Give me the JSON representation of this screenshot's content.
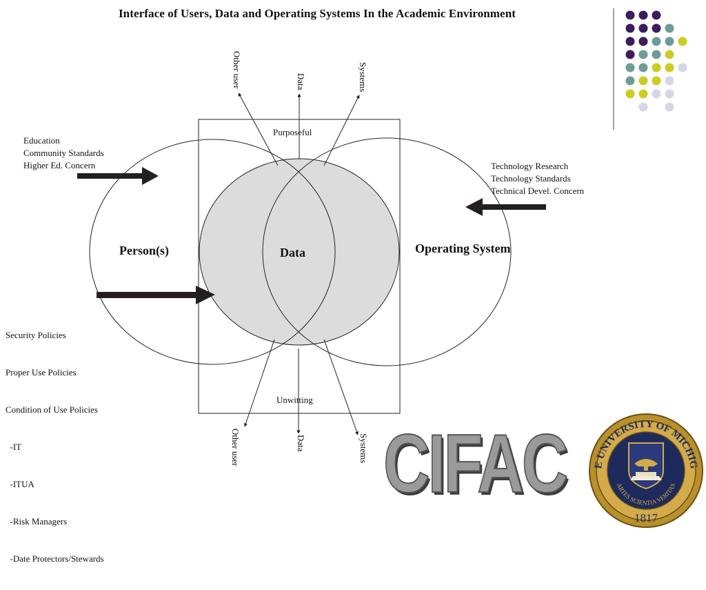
{
  "title": "Interface of Users, Data and Operating Systems In the Academic Environment",
  "left_top_list": [
    "Education",
    "Community Standards",
    "Higher Ed. Concern"
  ],
  "right_top_list": [
    "Technology Research",
    "Technology Standards",
    "Technical Devel. Concern"
  ],
  "left_bottom_list": [
    "Security Policies",
    "Proper Use Policies",
    "Condition of Use Policies",
    "  -IT",
    "  -ITUA",
    "  -Risk Managers",
    "  -Date Protectors/Stewards"
  ],
  "person_label": "Person(s)",
  "data_label": "Data",
  "os_label": "Operating System",
  "purposeful": "Purposeful",
  "unwitting": "Unwitting",
  "top_arrows": {
    "other_user": "Other user",
    "data": "Data",
    "systems": "Systems"
  },
  "bottom_arrows": {
    "other_user": "Other user",
    "data": "Data",
    "systems": "Systems"
  },
  "logo_text": "CIFAC",
  "seal": {
    "top": "THE UNIVERSITY OF MICHIGAN",
    "motto": "ARTES SCIENTIA VERITAS",
    "year": "1817"
  },
  "colors": {
    "purple": "#3d1c5e",
    "teal": "#6e9c9a",
    "yellow": "#cccc22",
    "lavender": "#d6d6e6",
    "data_fill": "#dcdcdd",
    "arrow": "#231f20",
    "seal_blue": "#1f2a5c",
    "seal_gold": "#b8902c"
  },
  "dot_grid": [
    [
      "purple",
      "purple",
      "purple",
      ""
    ],
    [
      "purple",
      "purple",
      "purple",
      "teal"
    ],
    [
      "purple",
      "purple",
      "teal",
      "teal",
      "yellow"
    ],
    [
      "purple",
      "teal",
      "teal",
      "yellow"
    ],
    [
      "teal",
      "teal",
      "yellow",
      "yellow",
      "lavender"
    ],
    [
      "teal",
      "yellow",
      "yellow",
      "lavender"
    ],
    [
      "yellow",
      "yellow",
      "lavender",
      "lavender"
    ],
    [
      "",
      "lavender",
      "",
      "lavender"
    ]
  ]
}
